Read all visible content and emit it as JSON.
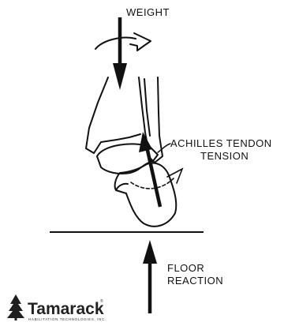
{
  "labels": {
    "weight": "WEIGHT",
    "achilles_line1": "ACHILLES TENDON",
    "achilles_line2": "TENSION",
    "floor_line1": "FLOOR",
    "floor_line2": "REACTION"
  },
  "logo": {
    "name": "Tamarack",
    "registered": "®",
    "tagline": "HABILITATION TECHNOLOGIES, INC."
  },
  "colors": {
    "ink": "#111111",
    "background": "#ffffff"
  }
}
